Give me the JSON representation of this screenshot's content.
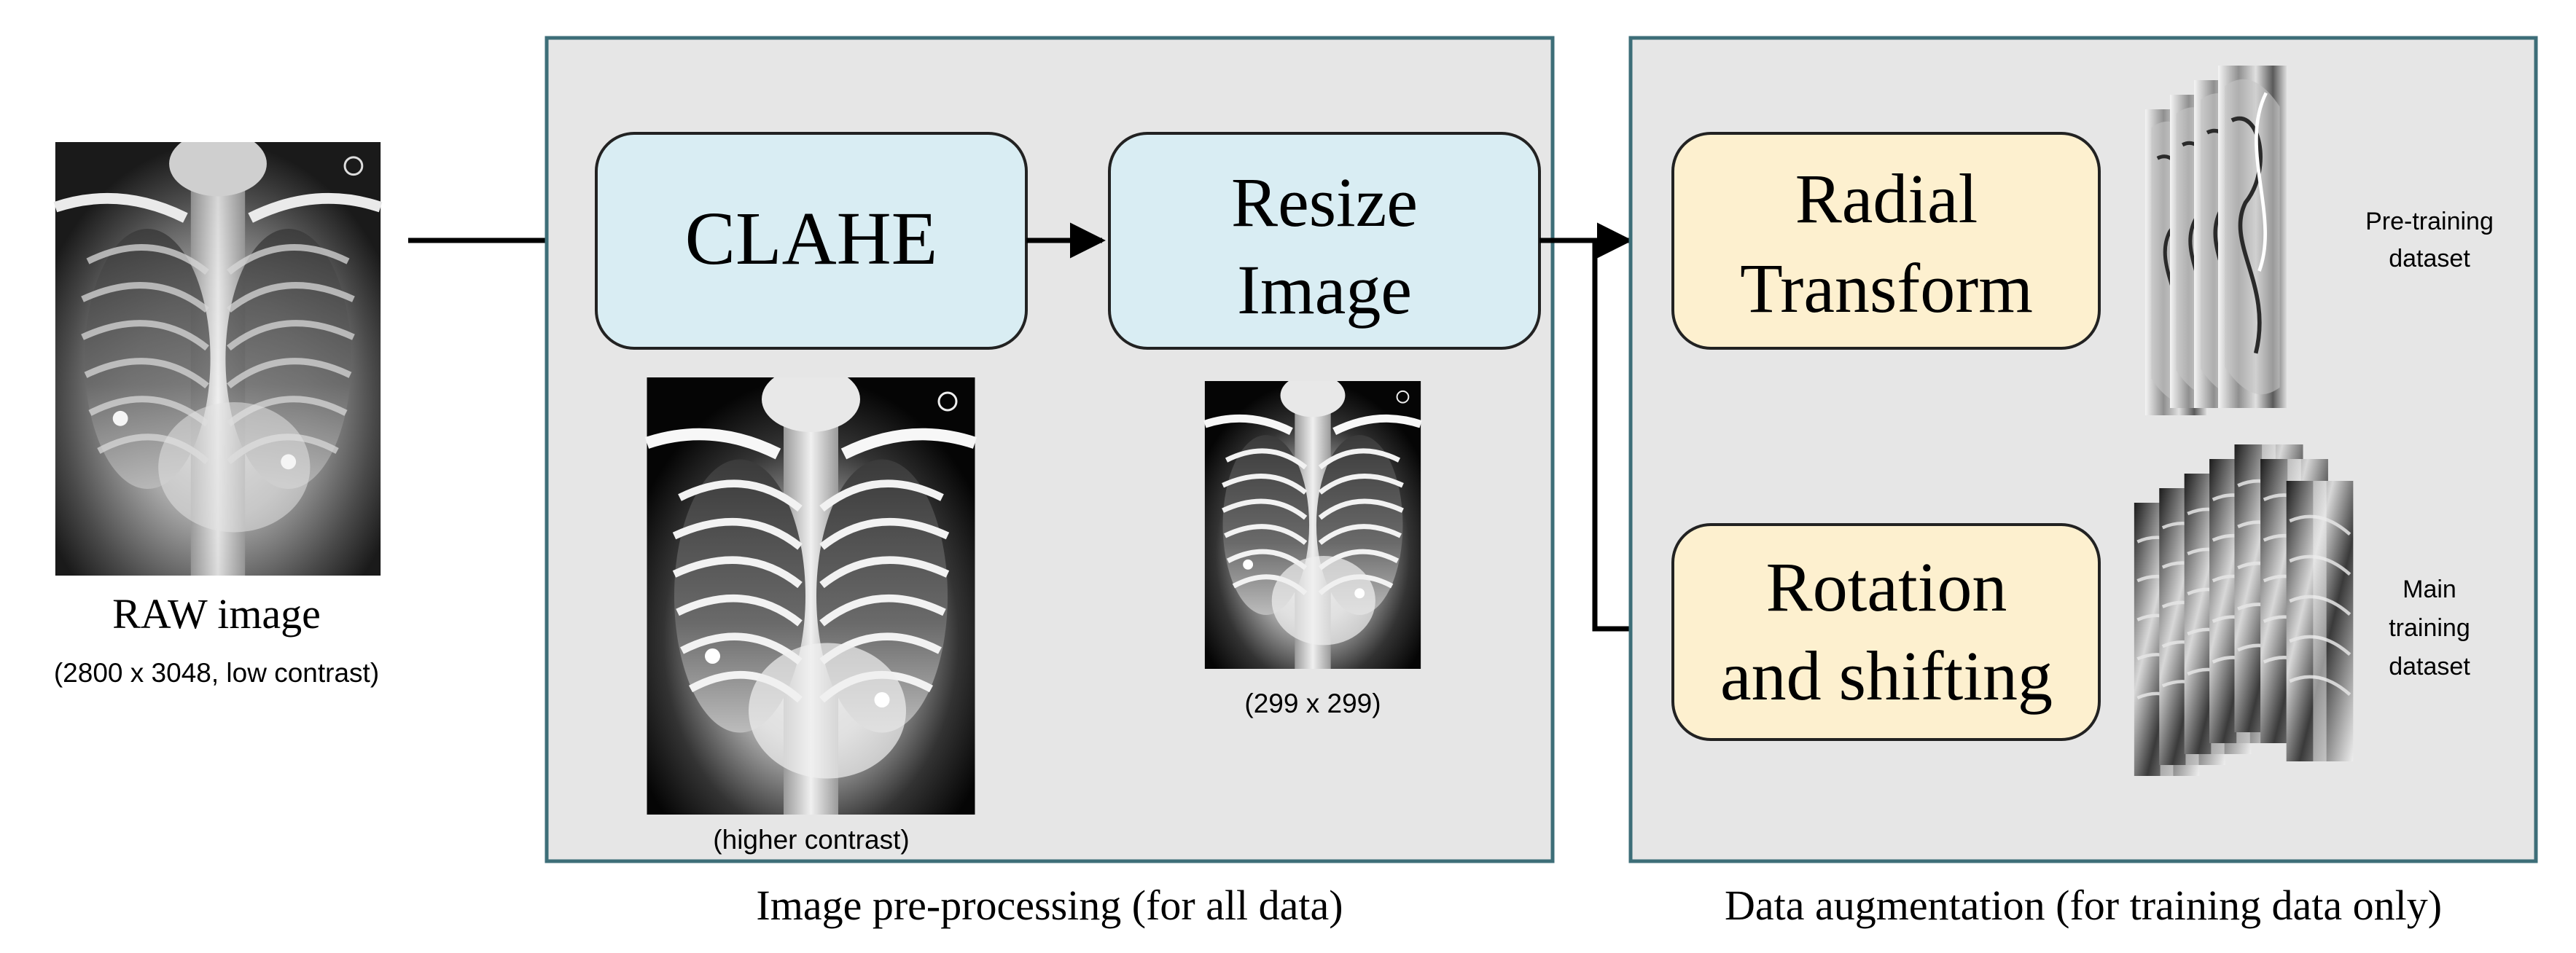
{
  "raw": {
    "label": "RAW image",
    "caption": "(2800 x 3048, low contrast)"
  },
  "preprocessing": {
    "panel_label": "Image pre-processing (for all data)",
    "clahe_label": "CLAHE",
    "resize_line1": "Resize",
    "resize_line2": "Image",
    "clahe_caption": "(higher contrast)",
    "resize_caption": "(299 x 299)"
  },
  "augmentation": {
    "panel_label": "Data augmentation (for training data only)",
    "radial_line1": "Radial",
    "radial_line2": "Transform",
    "rotation_line1": "Rotation",
    "rotation_line2": "and shifting",
    "pretrain_line1": "Pre-training",
    "pretrain_line2": "dataset",
    "main_line1": "Main",
    "main_line2": "training",
    "main_line3": "dataset"
  },
  "colors": {
    "panel_fill": "#e6e6e6",
    "panel_border": "#3d6e78",
    "process_box_fill": "#d9edf3",
    "augment_box_fill": "#fdf0cf",
    "arrow": "#000000"
  }
}
